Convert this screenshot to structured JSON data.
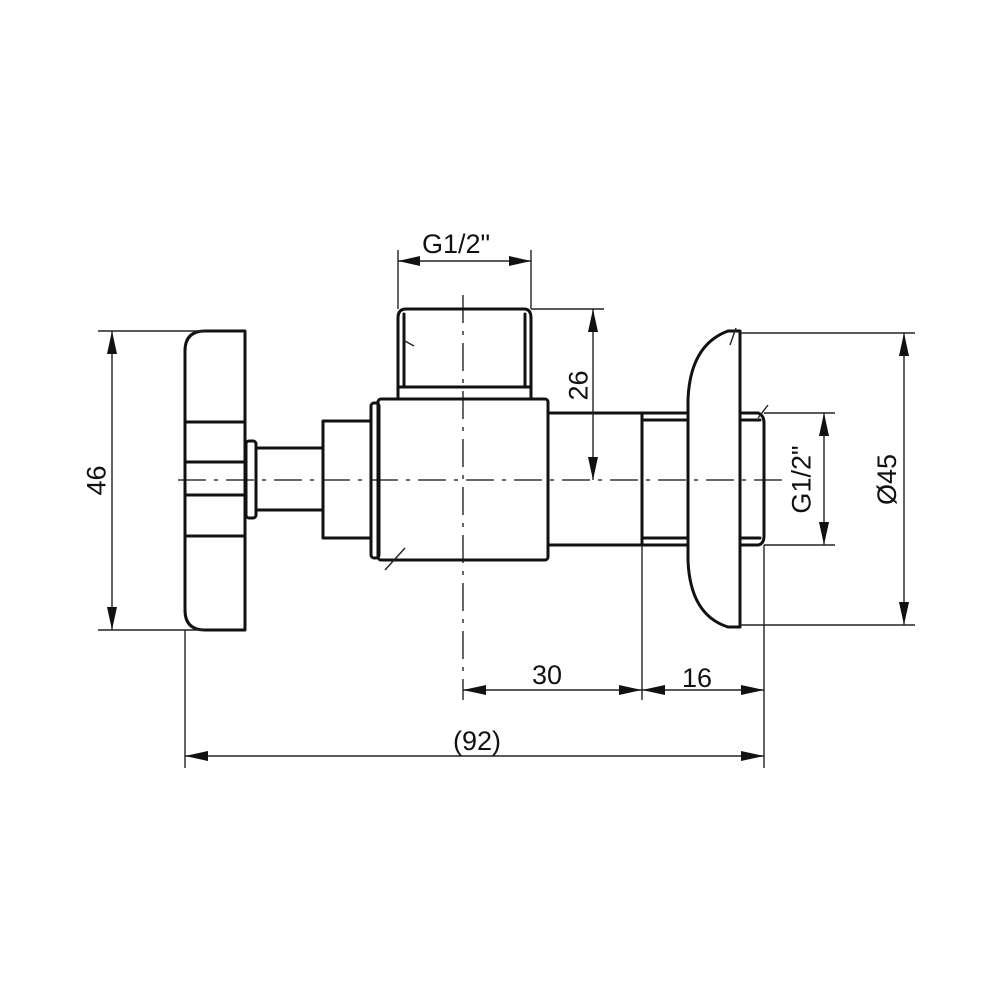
{
  "drawing": {
    "subject": "Angle valve technical drawing (side view)",
    "units": "mm",
    "dimensions": {
      "top_thread": "G1/2\"",
      "outlet_height": "26",
      "handle_height": "46",
      "side_thread": "G1/2\"",
      "flange_diameter": "Ø45",
      "center_to_flange": "30",
      "flange_to_end": "16",
      "overall_length": "(92)"
    },
    "line_color": "#111111",
    "background": "#ffffff"
  }
}
